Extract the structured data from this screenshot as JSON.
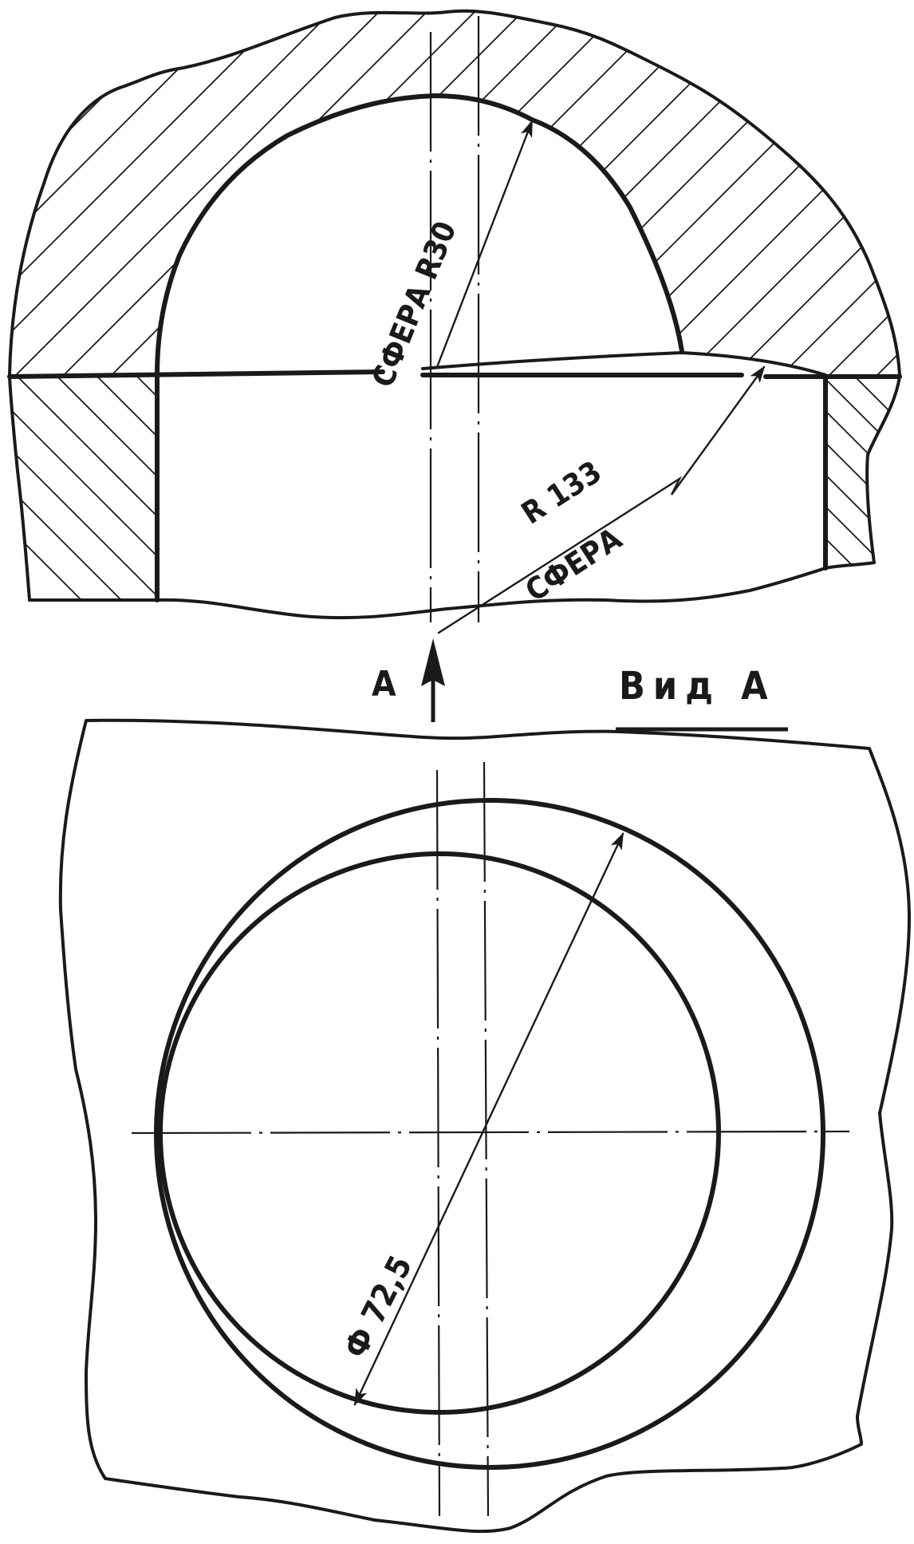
{
  "drawing": {
    "type": "technical-drawing",
    "language": "ru",
    "section_view": {
      "name": "section",
      "labels": {
        "sphere_r30": "СФЕРА R30",
        "sphere_r133_radius": "R 133",
        "sphere_r133_word": "СФЕРА"
      }
    },
    "view_indicator": {
      "letter": "А",
      "arrow": "up-arrow"
    },
    "view_a": {
      "title": "Вид А",
      "diameter_label": "Ф 72,5"
    },
    "colors": {
      "ink": "#1a1a1a",
      "paper": "#ffffff"
    }
  }
}
